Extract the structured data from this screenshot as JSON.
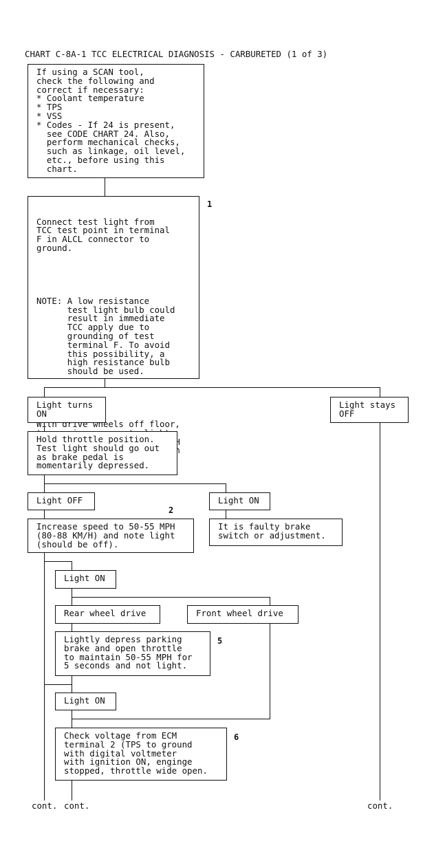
{
  "title": "CHART C-8A-1 TCC ELECTRICAL DIAGNOSIS - CARBURETED (1 of 3)",
  "boxes": {
    "scan_tool": "If using a SCAN tool,\ncheck the following and\ncorrect if necessary:\n* Coolant temperature\n* TPS\n* VSS\n* Codes - If 24 is present,\n  see CODE CHART 24. Also,\n  perform mechanical checks,\n  such as linkage, oil level,\n  etc., before using this\n  chart.",
    "connect_p1": "Connect test light from\nTCC test point in terminal\nF in ALCL connector to\nground.",
    "connect_p2": "NOTE: A low resistance\n      test light bulb could\n      result in immediate\n      TCC apply due to\n      grounding of test\n      terminal F. To avoid\n      this possibility, a\n      high resistance bulb\n      should be used.",
    "connect_p3": "With drive wheels off floor,\ntrans. in gear, note light\nas speed is increased 35 MPH\n(56 KM/H). Light should turn\nON prior to 35 MPH.",
    "light_turns_on": "Light turns\nON",
    "light_stays_off": "Light stays\nOFF",
    "hold_throttle": "Hold throttle position.\nTest light should go out\nas brake pedal is\nmomentarily depressed.",
    "light_off": "Light OFF",
    "light_on_a": "Light ON",
    "increase_speed": "Increase speed to 50-55 MPH\n(80-88 KM/H) and note light\n(should be off).",
    "faulty_brake": "It is faulty brake\nswitch or adjustment.",
    "light_on_b": "Light ON",
    "rear_wheel": "Rear wheel drive",
    "front_wheel": "Front wheel drive",
    "parking_brake": "Lightly depress parking\nbrake and open throttle\nto maintain 50-55 MPH for\n5 seconds and not light.",
    "light_on_c": "Light ON",
    "check_voltage": "Check voltage from ECM\nterminal 2 (TPS to ground\nwith digital voltmeter\nwith ignition ON, enginge\nstopped, throttle wide open."
  },
  "steps": {
    "s1": "1",
    "s2": "2",
    "s5": "5",
    "s6": "6"
  },
  "continuations": {
    "c1": "cont.",
    "c2": "cont.",
    "c3": "cont."
  }
}
